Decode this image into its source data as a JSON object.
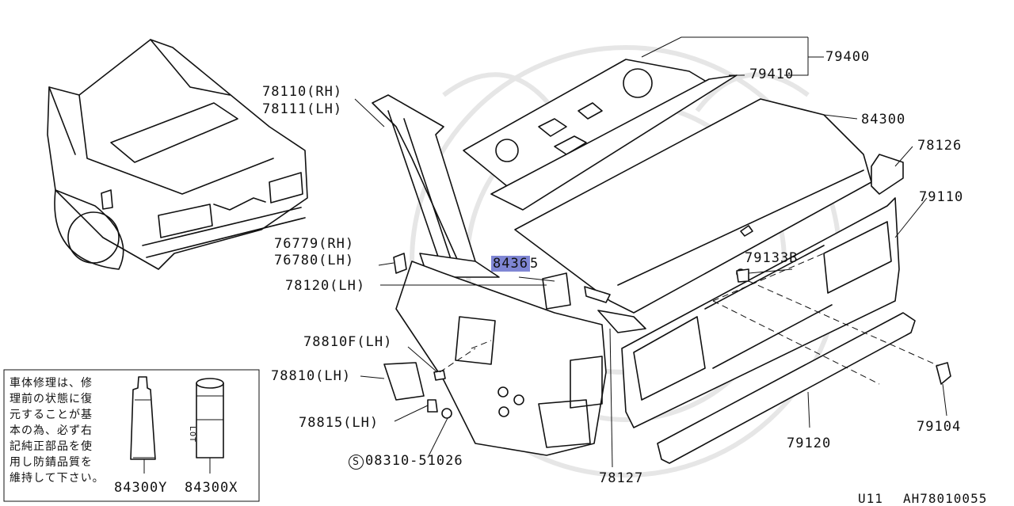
{
  "labels": {
    "p79400": "79400",
    "p79410": "79410",
    "p84300": "84300",
    "p78126": "78126",
    "p79110": "79110",
    "p78110": "78110(RH)",
    "p78111": "78111(LH)",
    "p76779": "76779(RH)",
    "p76780": "76780(LH)",
    "p84365a": "8436",
    "p84365b": "5",
    "p78120": "78120(LH)",
    "p79133b": "79133B",
    "p78810f": "78810F(LH)",
    "p78810": "78810(LH)",
    "p78815": "78815(LH)",
    "p08310": "08310-51026",
    "p79104": "79104",
    "p79120": "79120",
    "p78127": "78127",
    "p84300y": "84300Y",
    "p84300x": "84300X"
  },
  "note_lines": [
    "車体修理は、修",
    "理前の状態に復",
    "元することが基",
    "本の為、必ず右",
    "記純正部品を使",
    "用し防錆品質を",
    "維持して下さい。"
  ],
  "can_label": "LOT",
  "footer": {
    "model": "U11",
    "code": "AH78010055"
  },
  "colors": {
    "highlight": "#7f86d4",
    "ink": "#111111"
  }
}
